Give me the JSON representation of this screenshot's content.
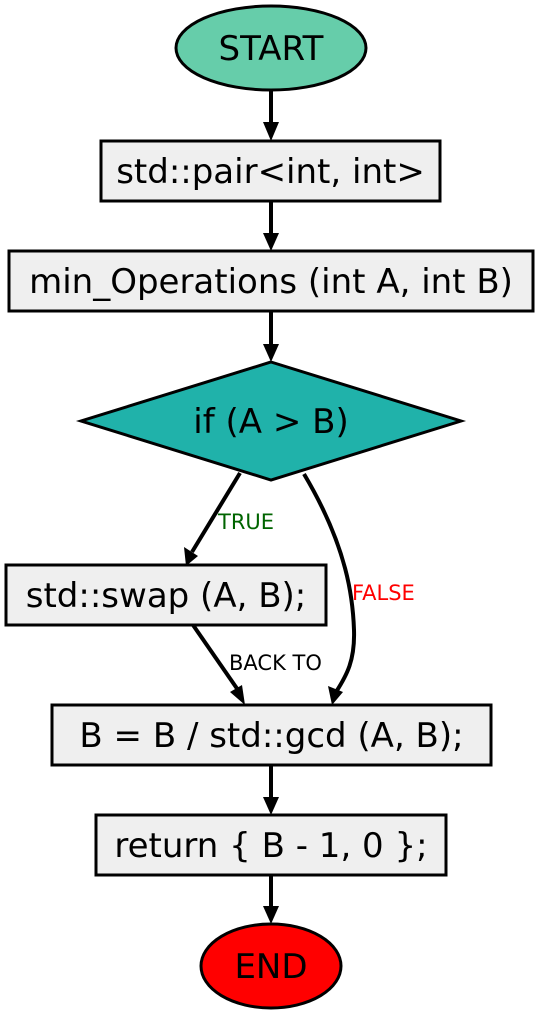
{
  "diagram": {
    "nodes": {
      "start": {
        "label": "START",
        "color": "#66cdaa"
      },
      "pair_decl": {
        "label": "std::pair<int, int>",
        "color": "#efefef"
      },
      "func_sig": {
        "label": "min_Operations (int A, int B)",
        "color": "#efefef"
      },
      "decision": {
        "label": "if (A > B)",
        "color": "#20b2aa"
      },
      "swap": {
        "label": "std::swap (A, B);",
        "color": "#efefef"
      },
      "assign": {
        "label": "B = B / std::gcd (A, B);",
        "color": "#efefef"
      },
      "return": {
        "label": "return { B - 1, 0 };",
        "color": "#efefef"
      },
      "end": {
        "label": "END",
        "color": "#ff0000"
      }
    },
    "edges": {
      "true_label": {
        "label": "TRUE",
        "color": "#006400"
      },
      "false_label": {
        "label": "FALSE",
        "color": "#ff0000"
      },
      "back_to_label": {
        "label": "BACK TO",
        "color": "#000000"
      }
    }
  }
}
